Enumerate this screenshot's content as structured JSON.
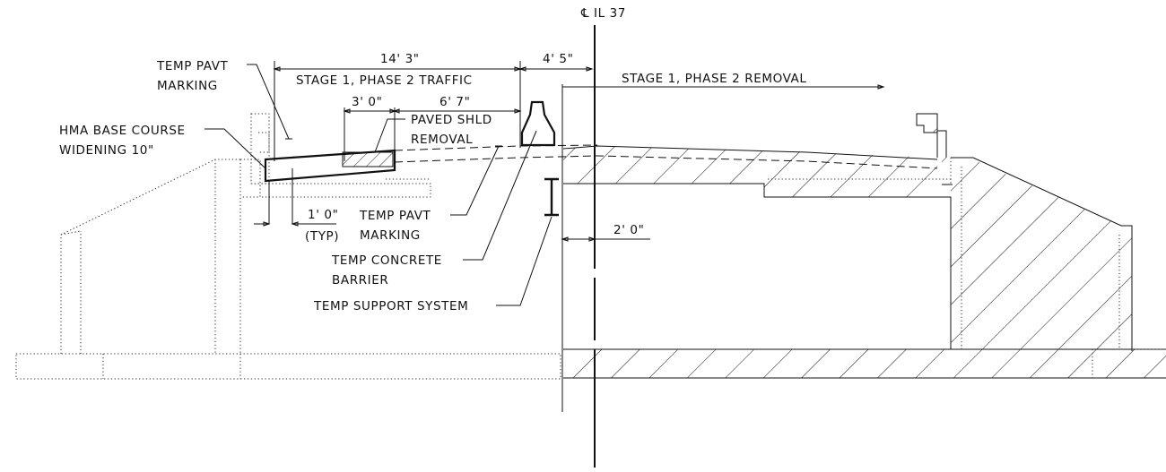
{
  "centerline": {
    "symbol": "℄",
    "label": "IL 37"
  },
  "dimensions": {
    "stage_width": "14' 3\"",
    "offset_to_centerline": "4' 5\"",
    "shoulder_width": "3' 0\"",
    "lane_offset": "6' 7\"",
    "marking_offset": "1' 0\"",
    "marking_offset_note": "(TYP)",
    "support_offset": "2' 0\""
  },
  "labels": {
    "stage_traffic": "STAGE 1, PHASE 2 TRAFFIC",
    "stage_removal": "STAGE 1, PHASE 2 REMOVAL",
    "temp_pavt_marking_top": [
      "TEMP PAVT",
      "MARKING"
    ],
    "hma_base_course": [
      "HMA BASE COURSE",
      "WIDENING 10\""
    ],
    "paved_shld_removal": [
      "PAVED SHLD",
      "REMOVAL"
    ],
    "temp_pavt_marking_lower": [
      "TEMP PAVT",
      "MARKING"
    ],
    "temp_concrete_barrier": [
      "TEMP CONCRETE",
      "BARRIER"
    ],
    "temp_support_system": "TEMP SUPPORT SYSTEM"
  }
}
